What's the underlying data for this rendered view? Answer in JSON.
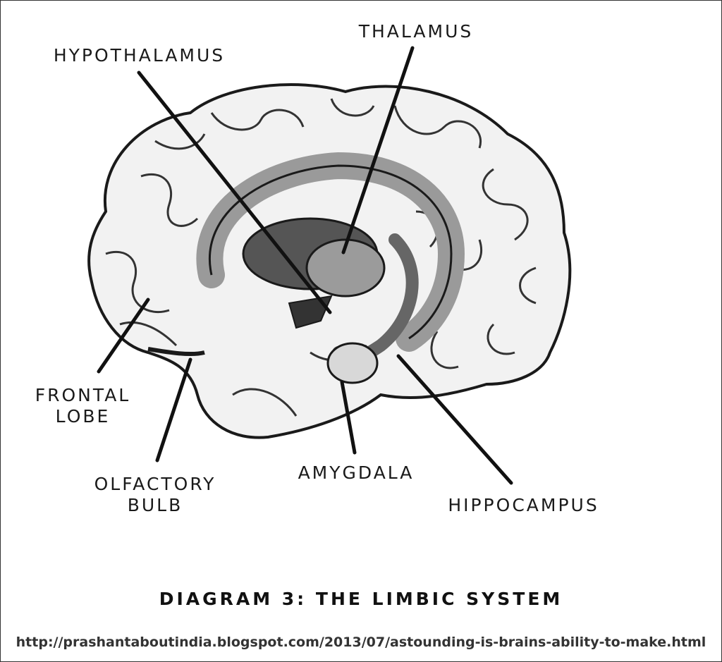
{
  "labels": {
    "thalamus": "THALAMUS",
    "hypothalamus": "HYPOTHALAMUS",
    "frontal_lobe_line1": "FRONTAL",
    "frontal_lobe_line2": "LOBE",
    "olfactory_bulb_line1": "OLFACTORY",
    "olfactory_bulb_line2": "BULB",
    "amygdala": "AMYGDALA",
    "hippocampus": "HIPPOCAMPUS"
  },
  "caption": "DIAGRAM 3: THE LIMBIC SYSTEM",
  "source_url": "http://prashantaboutindia.blogspot.com/2013/07/astounding-is-brains-ability-to-make.html",
  "colors": {
    "ink": "#1a1a1a",
    "shade": "#cfcfcf",
    "dark_shade": "#555555"
  }
}
